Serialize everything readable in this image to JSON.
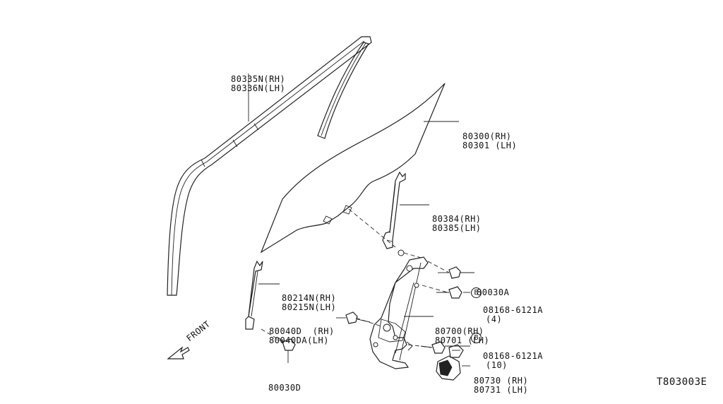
{
  "parts": {
    "weatherstrip": {
      "line1": "80335N(RH)",
      "line2": "80336N(LH)"
    },
    "glass": {
      "line1": "80300(RH)",
      "line2": "80301 (LH)"
    },
    "channel_rear": {
      "line1": "80384(RH)",
      "line2": "80385(LH)"
    },
    "bolt_a": {
      "line1": "80030A"
    },
    "bolt_b1": {
      "prefix": "B",
      "line1": "08168-6121A",
      "line2": "(4)"
    },
    "channel_front": {
      "line1": "80214N(RH)",
      "line2": "80215N(LH)"
    },
    "regulator": {
      "line1": "80700(RH)",
      "line2": "80701 (LH)"
    },
    "bolt_d": {
      "line1": "80040D  (RH)",
      "line2": "80040DA(LH)"
    },
    "bolt_b2": {
      "prefix": "B",
      "line1": "08168-6121A",
      "line2": "(10)"
    },
    "motor": {
      "line1": "80730 (RH)",
      "line2": "80731 (LH)"
    },
    "bolt_c": {
      "line1": "80030D"
    }
  },
  "front_indicator": "FRONT",
  "diagram_code": "T803003E"
}
